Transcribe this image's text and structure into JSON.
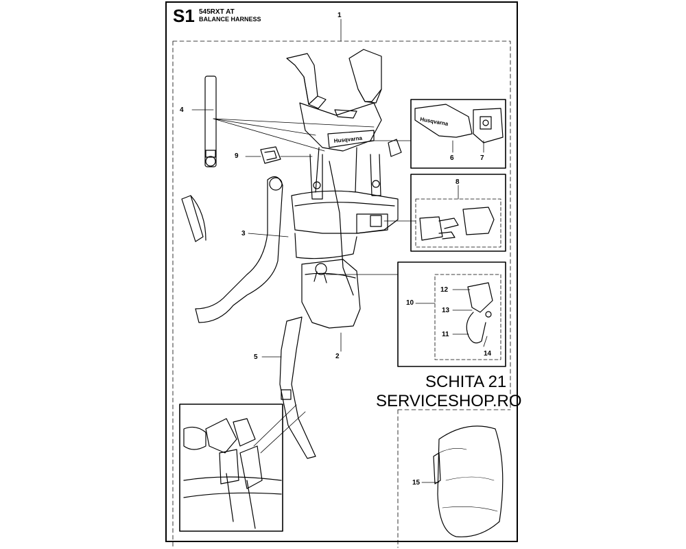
{
  "header": {
    "sheet_code": "S1",
    "model": "545RXT AT",
    "title": "BALANCE HARNESS"
  },
  "callouts": {
    "c1": "1",
    "c2": "2",
    "c3": "3",
    "c4": "4",
    "c5": "5",
    "c6": "6",
    "c7": "7",
    "c8": "8",
    "c9": "9",
    "c10": "10",
    "c11": "11",
    "c12": "12",
    "c13": "13",
    "c14": "14",
    "c15": "15"
  },
  "brand_text": "Husqvarna",
  "watermark": {
    "line1": "SCHITA 21",
    "line2": "SERVICESHOP.RO"
  }
}
